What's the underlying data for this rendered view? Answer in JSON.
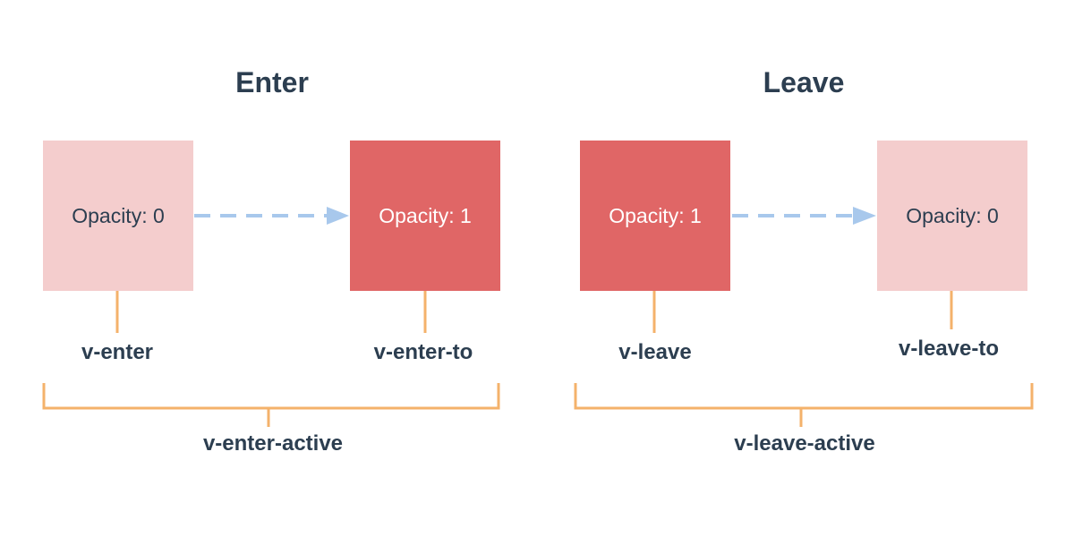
{
  "enter": {
    "title": "Enter",
    "from_box": {
      "text": "Opacity: 0"
    },
    "to_box": {
      "text": "Opacity: 1"
    },
    "from_label": "v-enter",
    "to_label": "v-enter-to",
    "active_label": "v-enter-active"
  },
  "leave": {
    "title": "Leave",
    "from_box": {
      "text": "Opacity: 1"
    },
    "to_box": {
      "text": "Opacity: 0"
    },
    "from_label": "v-leave",
    "to_label": "v-leave-to",
    "active_label": "v-leave-active"
  },
  "colors": {
    "light_box": "#f4cdcd",
    "dark_box": "#e06666",
    "arrow": "#a8c8ec",
    "bracket": "#f4b26b",
    "text": "#2c3e50"
  }
}
